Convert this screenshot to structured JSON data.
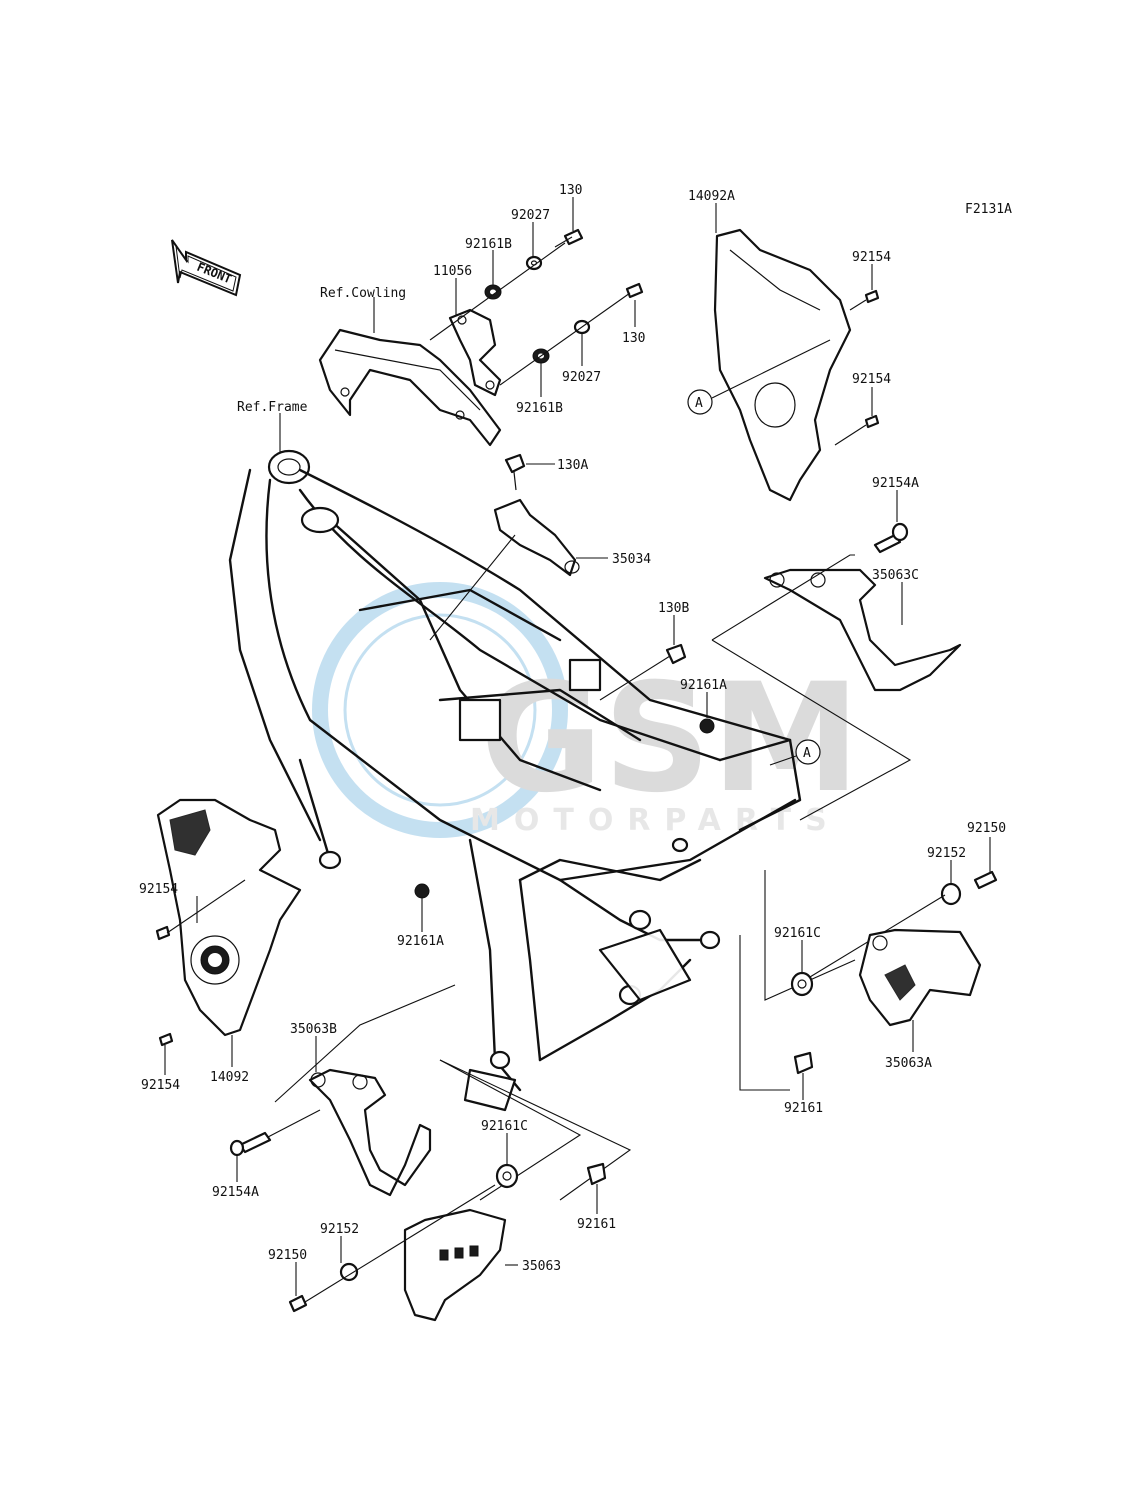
{
  "figure_code": "F2131A",
  "front_arrow": {
    "label": "FRONT"
  },
  "ref_labels": {
    "cowling": "Ref.Cowling",
    "frame": "Ref.Frame"
  },
  "callout_marker": "A",
  "watermark": {
    "main": "GSM",
    "sub": "MOTORPARTS"
  },
  "labels": {
    "p130_top": "130",
    "p92027_top": "92027",
    "p92161B_top": "92161B",
    "p11056": "11056",
    "p130_mid": "130",
    "p92027_mid": "92027",
    "p92161B_mid": "92161B",
    "p14092A": "14092A",
    "p92154_r1": "92154",
    "p92154_r2": "92154",
    "p130A": "130A",
    "p35034": "35034",
    "p92154A_r": "92154A",
    "p35063C": "35063C",
    "p130B": "130B",
    "p92161A_r": "92161A",
    "p92150_r": "92150",
    "p92152_r": "92152",
    "p92161C_r": "92161C",
    "p35063A": "35063A",
    "p92161_r": "92161",
    "p92154_l1": "92154",
    "p92161A_l": "92161A",
    "p92154_l2": "92154",
    "p14092": "14092",
    "p35063B": "35063B",
    "p92154A_l": "92154A",
    "p92161C_l": "92161C",
    "p92161_l": "92161",
    "p92152_l": "92152",
    "p92150_l": "92150",
    "p35063": "35063"
  }
}
